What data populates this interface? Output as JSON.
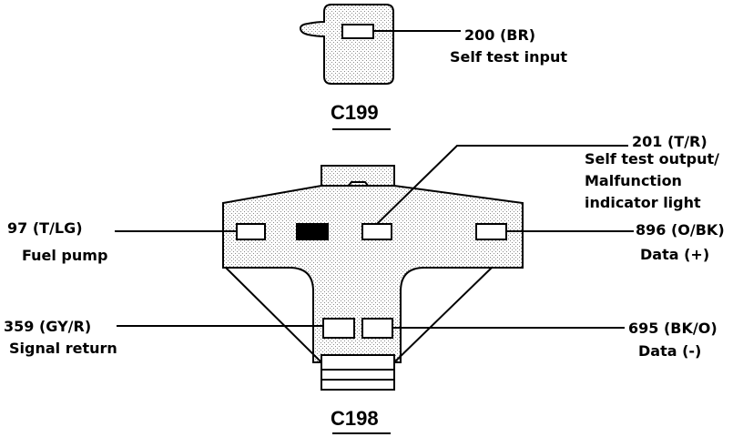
{
  "connectors": {
    "c199": {
      "title": "C199"
    },
    "c198": {
      "title": "C198"
    }
  },
  "pins": {
    "self_test_input": {
      "wire": "200 (BR)",
      "function": "Self test input"
    },
    "self_test_output": {
      "wire": "201 (T/R)",
      "function_lines": [
        "Self test output/",
        "Malfunction",
        "indicator light"
      ]
    },
    "fuel_pump": {
      "wire": "97 (T/LG)",
      "function": "Fuel pump"
    },
    "data_plus": {
      "wire": "896 (O/BK)",
      "function": "Data (+)"
    },
    "signal_return": {
      "wire": "359 (GY/R)",
      "function": "Signal return"
    },
    "data_minus": {
      "wire": "695 (BK/O)",
      "function": "Data (-)"
    }
  },
  "colors": {
    "ink": "#000000",
    "paper": "#ffffff",
    "stipple": "#9a9a9a"
  }
}
